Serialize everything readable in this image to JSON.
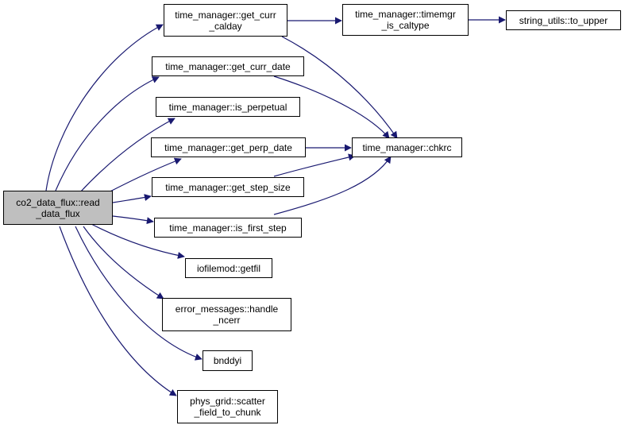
{
  "colors": {
    "edge": "#191970",
    "root_fill": "#bfbfbf",
    "node_fill": "#ffffff",
    "border": "#000000"
  },
  "nodes": {
    "root": "co2_data_flux::read\n_data_flux",
    "get_curr_calday": "time_manager::get_curr\n_calday",
    "timemgr_is_caltype": "time_manager::timemgr\n_is_caltype",
    "to_upper": "string_utils::to_upper",
    "get_curr_date": "time_manager::get_curr_date",
    "is_perpetual": "time_manager::is_perpetual",
    "get_perp_date": "time_manager::get_perp_date",
    "chkrc": "time_manager::chkrc",
    "get_step_size": "time_manager::get_step_size",
    "is_first_step": "time_manager::is_first_step",
    "getfil": "iofilemod::getfil",
    "handle_ncerr": "error_messages::handle\n_ncerr",
    "bnddyi": "bnddyi",
    "scatter_field": "phys_grid::scatter\n_field_to_chunk"
  }
}
